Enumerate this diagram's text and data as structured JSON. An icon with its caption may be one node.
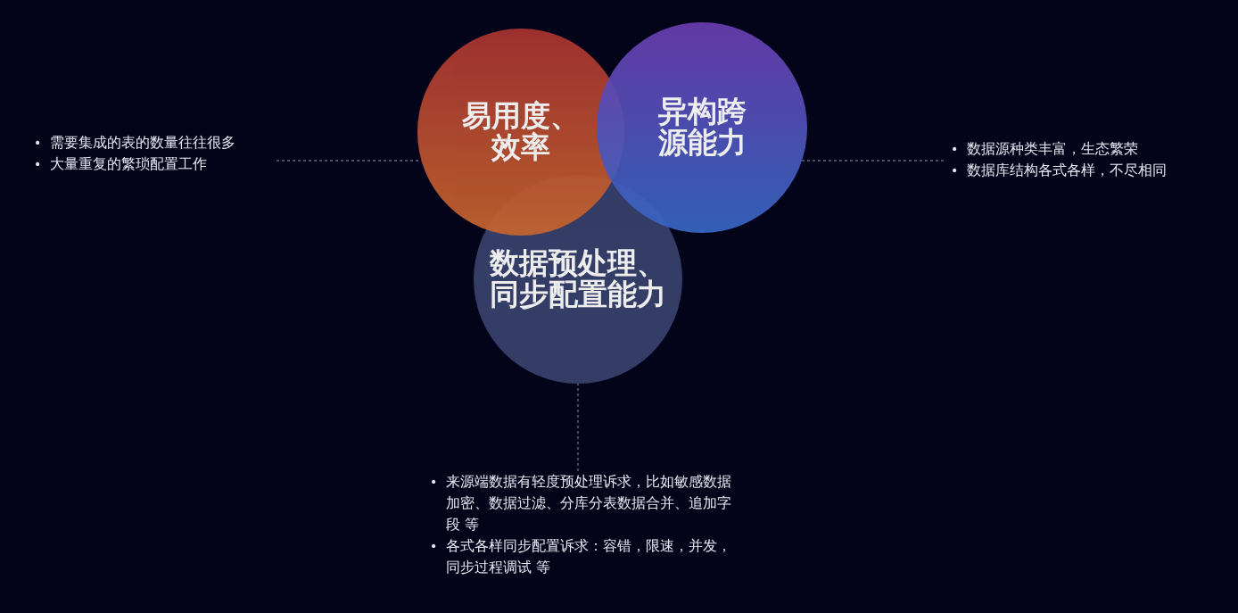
{
  "diagram": {
    "nodes": [
      {
        "text": [
          "易用度、效率"
        ]
      },
      {
        "text": [
          "异构跨源能力"
        ]
      },
      {
        "text": [
          "数据预处理、同步配置能力"
        ]
      },
      {
        "text": [
          "• 需要集成的表的数量往往很多",
          "• 大量重复的繁琐配置工作"
        ]
      },
      {
        "text": [
          "• 数据源种类丰富，生态繁荣",
          "• 数据库结构各式各样，不尽相同"
        ]
      },
      {
        "text": [
          "• 来源端数据有轻度预处理诉求，比如敏感数据加密、数据过滤、分库分表数据合并、追加字段 等",
          "• 各式各样同步配置诉求：容错，限速，并发，同步过程调试 等"
        ]
      }
    ],
    "edges": [
      {
        "from": 3,
        "to": 0,
        "arrow": "none",
        "style": "dashed"
      },
      {
        "from": 4,
        "to": 1,
        "arrow": "none",
        "style": "dashed"
      },
      {
        "from": 5,
        "to": 2,
        "arrow": "none",
        "style": "dashed"
      }
    ]
  }
}
